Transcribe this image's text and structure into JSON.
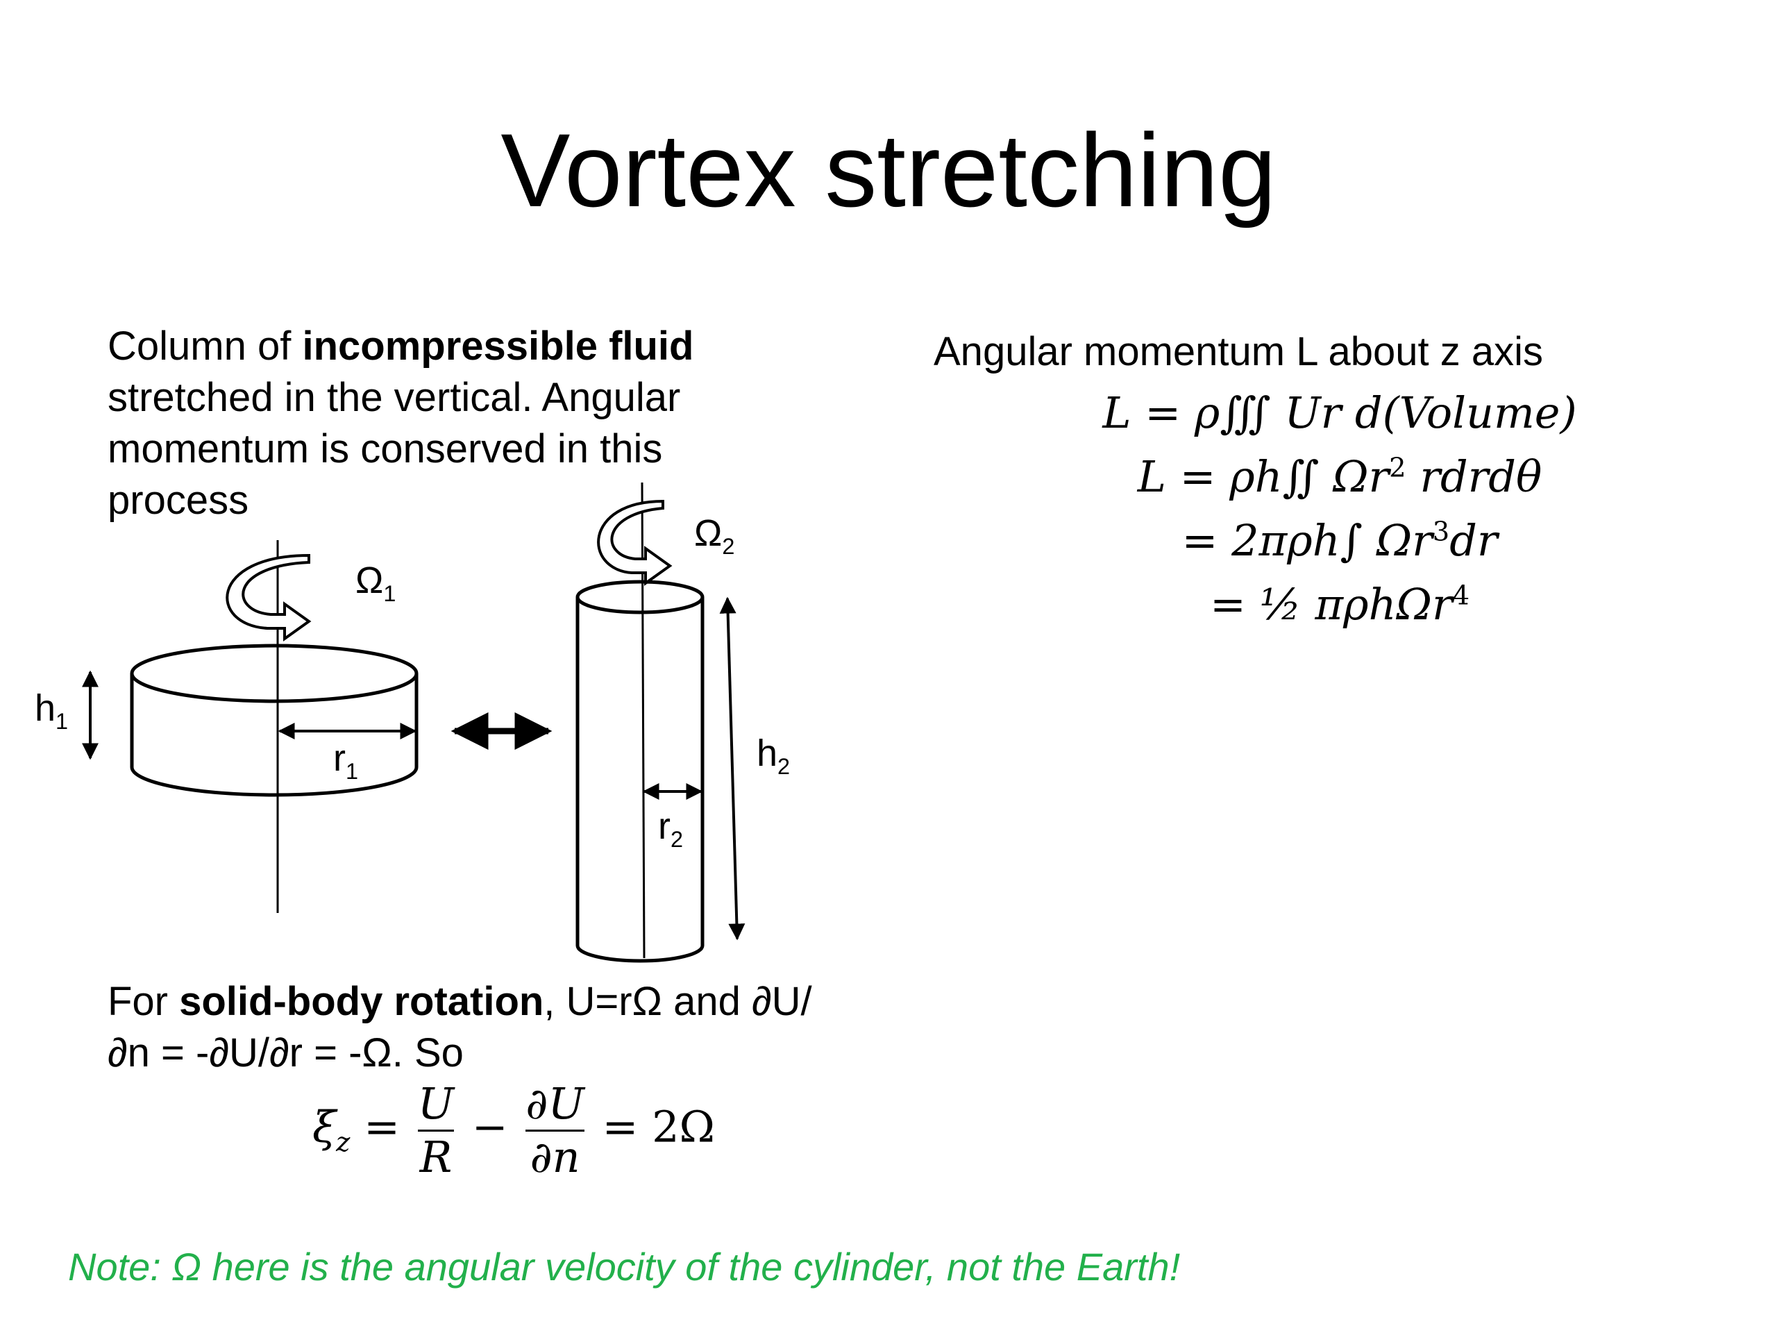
{
  "title": "Vortex stretching",
  "left_text": {
    "part1": "Column of ",
    "bold1": "incompressible fluid",
    "part2": " stretched in the vertical. Angular momentum is conserved in this process"
  },
  "right_heading": "Angular momentum L about z axis",
  "equations": {
    "eq1": "L = ρ∭ Ur d(Volume)",
    "eq2_main": "L = ρh∬ Ωr",
    "eq2_sup": "2",
    "eq2_tail": " rdrdθ",
    "eq3_main": "= 2πρh∫ Ωr",
    "eq3_sup": "3",
    "eq3_tail": "dr",
    "eq4_main": "= ½ πρhΩr",
    "eq4_sup": "4"
  },
  "diagram_labels": {
    "omega1": "Ω",
    "omega1_sub": "1",
    "omega2": "Ω",
    "omega2_sub": "2",
    "h1": "h",
    "h1_sub": "1",
    "h2": "h",
    "h2_sub": "2",
    "r1": "r",
    "r1_sub": "1",
    "r2": "r",
    "r2_sub": "2"
  },
  "bottom_text": {
    "part1": "For ",
    "bold1": "solid-body rotation",
    "part2": ", U=rΩ and ∂U/∂n = -∂U/∂r = -Ω. So"
  },
  "xi_eq": {
    "lhs": "ξ",
    "lhs_sub": "z",
    "eq": " = ",
    "frac1_num": "U",
    "frac1_den": "R",
    "minus": " − ",
    "frac2_num": "∂U",
    "frac2_den": "∂n",
    "rhs": " = 2Ω"
  },
  "note": "Note: Ω here is the angular velocity of the cylinder, not the Earth!",
  "colors": {
    "note": "#22b04b",
    "text": "#000000",
    "background": "#ffffff"
  }
}
